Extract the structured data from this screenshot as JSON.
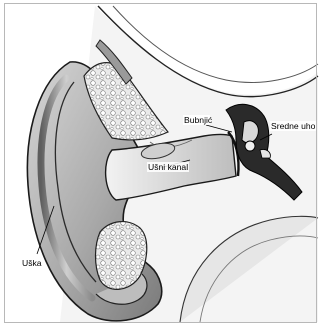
{
  "labels": {
    "ear_canal": "Ušni kanal",
    "eardrum": "Bubnjić",
    "middle_ear": "Sredne uho",
    "auricle": "Uška"
  }
}
